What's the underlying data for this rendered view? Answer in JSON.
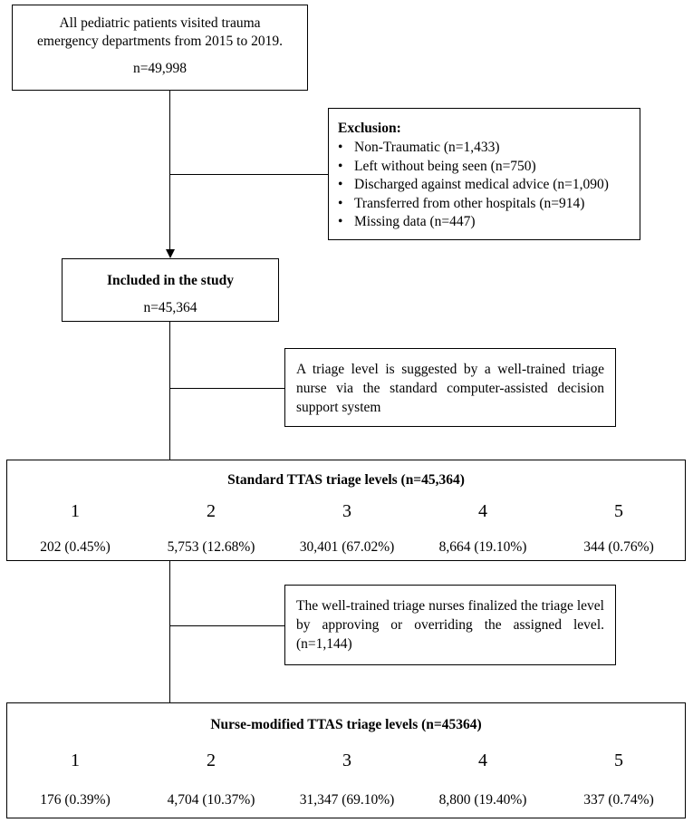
{
  "top_box": {
    "line1": "All pediatric patients visited trauma",
    "line2": "emergency departments from 2015 to 2019.",
    "line3": "n=49,998"
  },
  "exclusion": {
    "title": "Exclusion:",
    "items": [
      "Non-Traumatic (n=1,433)",
      "Left without being seen (n=750)",
      "Discharged against medical advice (n=1,090)",
      "Transferred from other hospitals (n=914)",
      "Missing data (n=447)"
    ]
  },
  "included": {
    "title": "Included in the study",
    "count": "n=45,364"
  },
  "suggestion": {
    "text": "A triage level is suggested by a well-trained triage nurse via the standard computer-assisted decision support system"
  },
  "standard": {
    "title": "Standard TTAS triage levels (n=45,364)",
    "levels": [
      "1",
      "2",
      "3",
      "4",
      "5"
    ],
    "counts": [
      "202 (0.45%)",
      "5,753 (12.68%)",
      "30,401 (67.02%)",
      "8,664 (19.10%)",
      "344 (0.76%)"
    ]
  },
  "finalize": {
    "text": "The well-trained triage nurses finalized the triage level by approving or overriding the assigned level. (n=1,144)"
  },
  "nurse_modified": {
    "title": "Nurse-modified TTAS triage levels (n=45364)",
    "levels": [
      "1",
      "2",
      "3",
      "4",
      "5"
    ],
    "counts": [
      "176 (0.39%)",
      "4,704 (10.37%)",
      "31,347 (69.10%)",
      "8,800 (19.40%)",
      "337 (0.74%)"
    ]
  }
}
